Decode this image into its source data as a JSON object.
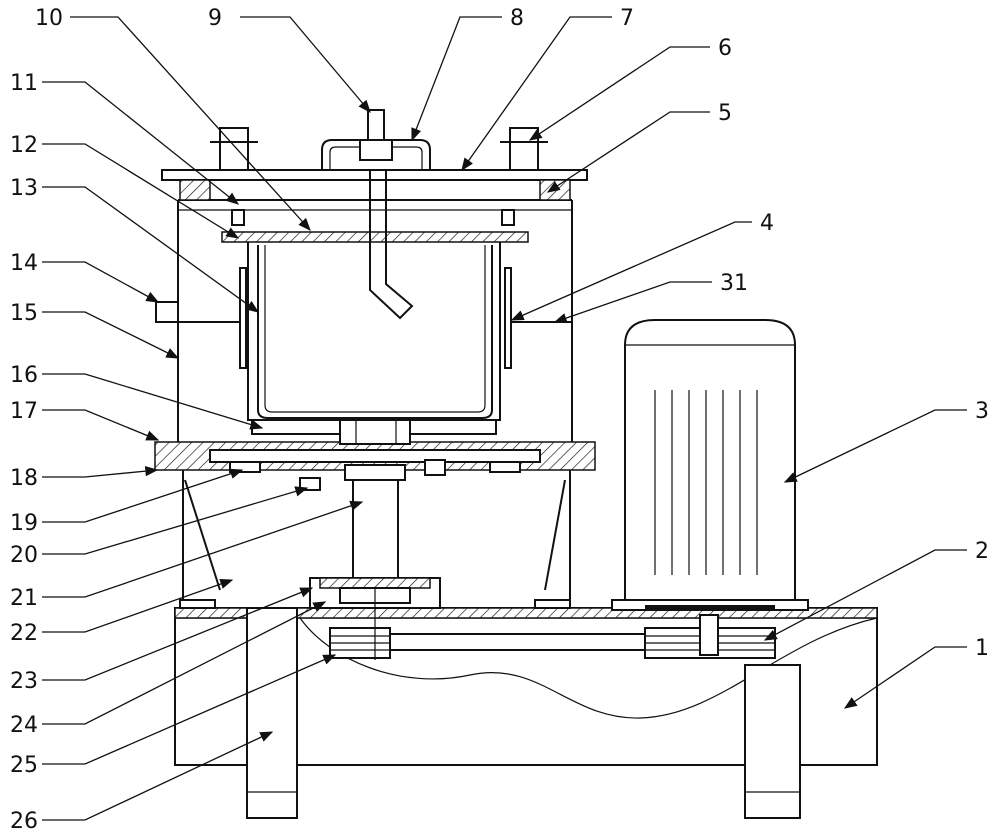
{
  "labels_left": [
    "10",
    "11",
    "12",
    "13",
    "14",
    "15",
    "16",
    "17",
    "18",
    "19",
    "20",
    "21",
    "22",
    "23",
    "24",
    "25",
    "26"
  ],
  "labels_top": [
    "9",
    "8",
    "7",
    "6",
    "5",
    "4",
    "31",
    "3",
    "2",
    "1"
  ]
}
